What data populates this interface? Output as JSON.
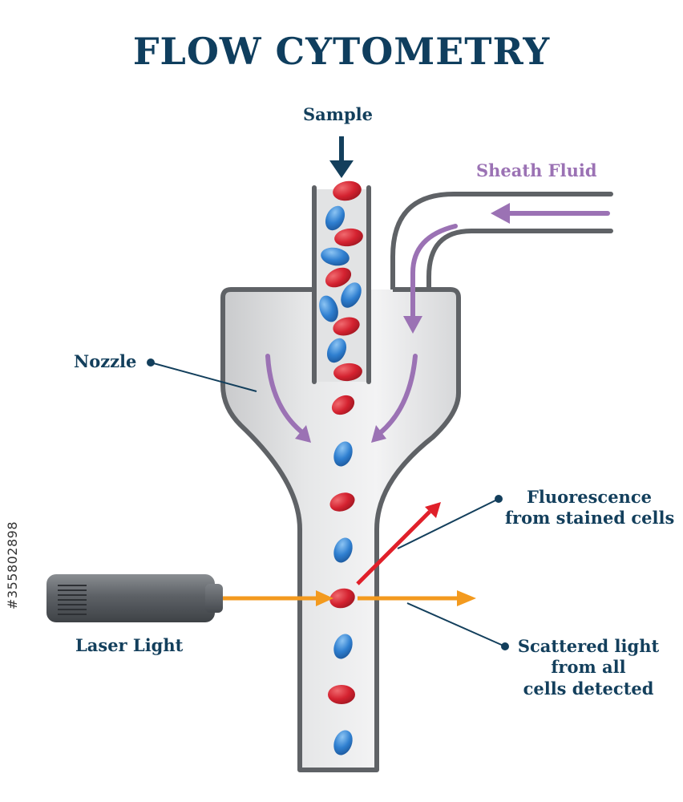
{
  "title": "FLOW CYTOMETRY",
  "labels": {
    "sample": "Sample",
    "sheath_fluid": "Sheath Fluid",
    "nozzle": "Nozzle",
    "laser_light": "Laser Light",
    "fluorescence_line1": "Fluorescence",
    "fluorescence_line2": "from stained cells",
    "scattered_line1": "Scattered light",
    "scattered_line2": "from all",
    "scattered_line3": "cells detected"
  },
  "stock_id": "#355802898",
  "colors": {
    "title": "#0f3e5e",
    "label": "#133f5c",
    "sheath": "#9b72b4",
    "laser_beam": "#f39a1e",
    "fluorescence_arrow": "#e0202a",
    "red_cell": "#d42230",
    "blue_cell": "#2f7fd0",
    "tube_outline": "#5f6266"
  }
}
